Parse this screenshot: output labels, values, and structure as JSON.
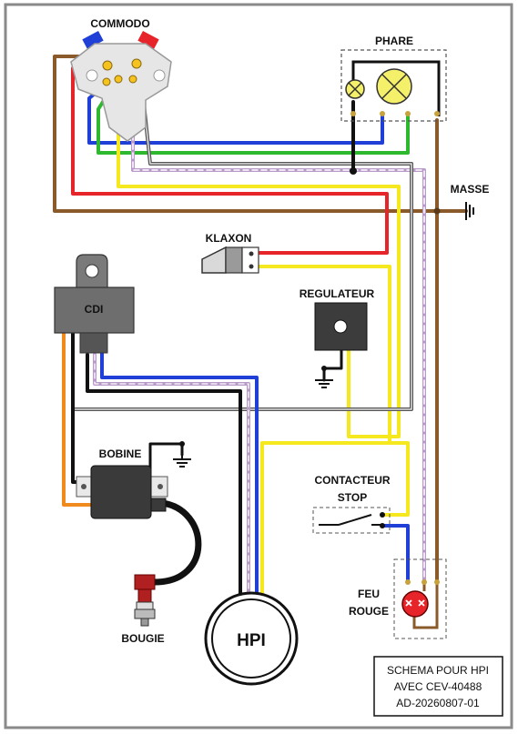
{
  "labels": {
    "commodo": "COMMODO",
    "phare": "PHARE",
    "masse": "MASSE",
    "klaxon": "KLAXON",
    "cdi": "CDI",
    "regulateur": "REGULATEUR",
    "bobine": "BOBINE",
    "contacteur_line1": "CONTACTEUR",
    "contacteur_line2": "STOP",
    "feu_line1": "FEU",
    "feu_line2": "ROUGE",
    "bougie": "BOUGIE",
    "hpi": "HPI"
  },
  "title_box": {
    "line1": "SCHEMA POUR HPI",
    "line2": "AVEC CEV-40488",
    "line3": "AD-20260807-01"
  },
  "colors": {
    "brown": "#8B5A2B",
    "red": "#E8242B",
    "blue": "#1F3FD6",
    "green": "#2DB82D",
    "yellow": "#F5E81E",
    "orange": "#F08A1C",
    "black": "#111111",
    "violet_white": "#B89AC8",
    "component_gray": "#6E6E6E"
  }
}
